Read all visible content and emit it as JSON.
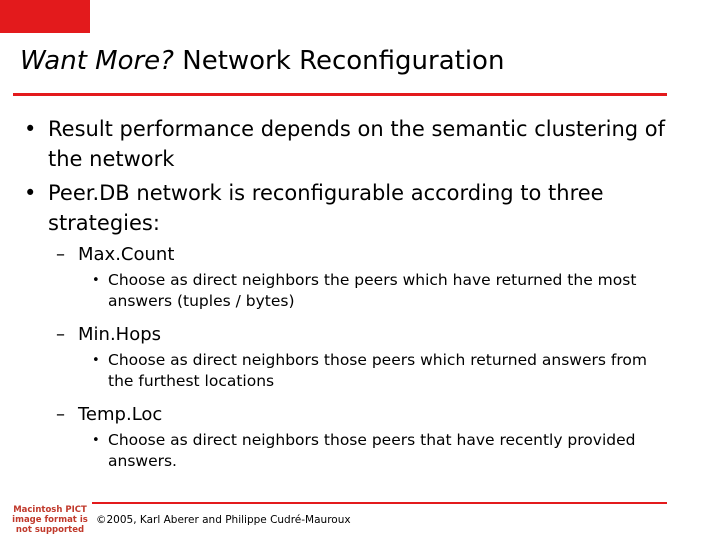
{
  "slide": {
    "title_italic": "Want More?",
    "title_rest": " Network Reconfiguration",
    "bullets": [
      "Result performance depends on the semantic clustering of the network",
      "Peer.DB network is reconfigurable according to three strategies:"
    ],
    "strategies": [
      {
        "name": "Max.Count",
        "detail": "Choose as direct neighbors the peers which have returned the most answers (tuples / bytes)"
      },
      {
        "name": "Min.Hops",
        "detail": "Choose as direct neighbors those peers which returned answers from the furthest locations"
      },
      {
        "name": "Temp.Loc",
        "detail": "Choose as direct neighbors those peers that have recently provided answers."
      }
    ],
    "bullet_glyph": "•",
    "dash_glyph": "–",
    "pict_placeholder": "Macintosh PICT image format is not supported",
    "footer": "©2005, Karl Aberer and Philippe Cudré-Mauroux"
  },
  "colors": {
    "accent": "#e31a1c",
    "text": "#000000",
    "background": "#ffffff"
  }
}
